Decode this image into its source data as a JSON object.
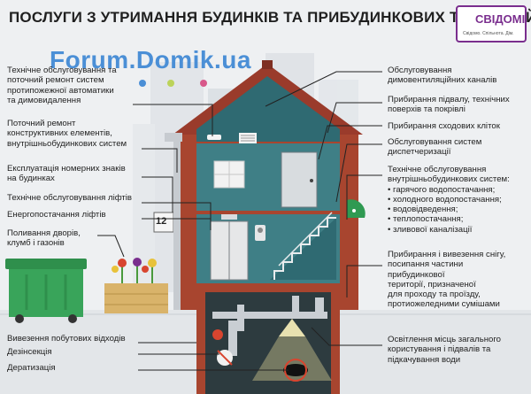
{
  "header": {
    "title": "ПОСЛУГИ З УТРИМАННЯ БУДИНКІВ ТА ПРИБУДИНКОВИХ ТЕРИТОРІЙ:",
    "logo_text": "СВІДОМІ",
    "logo_sub": "Свідомо. Спільнота. Дім.",
    "watermark": "Forum.Domik.ua"
  },
  "left_labels": [
    {
      "lines": [
        "Технічне обслуговування та",
        "поточний ремонт систем",
        "протипожежної автоматики",
        "та димовидалення"
      ]
    },
    {
      "lines": [
        "Поточний ремонт",
        "конструктивних елементів,",
        "внутрішньобудинкових систем"
      ]
    },
    {
      "lines": [
        "Експлуатація номерних знаків",
        "на будинках"
      ]
    },
    {
      "lines": [
        "Технічне обслуговування ліфтів"
      ]
    },
    {
      "lines": [
        "Енергопостачання ліфтів"
      ]
    },
    {
      "lines": [
        "Поливання дворів,",
        "клумб і газонів"
      ]
    },
    {
      "lines": [
        "Вивезення побутових відходів"
      ]
    },
    {
      "lines": [
        "Дезінсекція"
      ]
    },
    {
      "lines": [
        "Дератизація"
      ]
    }
  ],
  "right_labels": [
    {
      "lines": [
        "Обслуговування",
        "димовентиляційних каналів"
      ]
    },
    {
      "lines": [
        "Прибирання підвалу, технічних",
        "поверхів та покрівлі"
      ]
    },
    {
      "lines": [
        "Прибирання сходових кліток"
      ]
    },
    {
      "lines": [
        "Обслуговування систем",
        "диспетчеризації"
      ]
    },
    {
      "lines": [
        "Технічне обслуговування",
        "внутрішньобудинкових систем:",
        "• гарячого водопостачання;",
        "• холодного водопостачання;",
        "• водовідведення;",
        "• теплопостачання;",
        "• зливової каналізації"
      ]
    },
    {
      "lines": [
        "Прибирання і вивезення снігу,",
        "посипання частини",
        "прибудинкової",
        "території,  призначеної",
        "для  проходу та проїзду,",
        "протиожеледними сумішами"
      ]
    },
    {
      "lines": [
        "Освітлення місць загального",
        "користування і підвалів та",
        "підкачування води"
      ]
    }
  ],
  "house_number": "12",
  "colors": {
    "roof": "#9a3b2b",
    "wall": "#a8452f",
    "interior": "#3f7f86",
    "interior_dark": "#2f6a72",
    "bin": "#39a45a",
    "accent_purple": "#7a2e8e",
    "watermark": "#4b8fd6"
  },
  "icons": [
    "trash-bin-icon",
    "flower-box-icon",
    "smoke-detector-icon",
    "vent-grille-icon",
    "elevator-icon",
    "intercom-icon",
    "satellite-dish-icon",
    "pipe-icon",
    "lamp-icon",
    "rat-icon",
    "insect-icon",
    "meter-icon"
  ]
}
